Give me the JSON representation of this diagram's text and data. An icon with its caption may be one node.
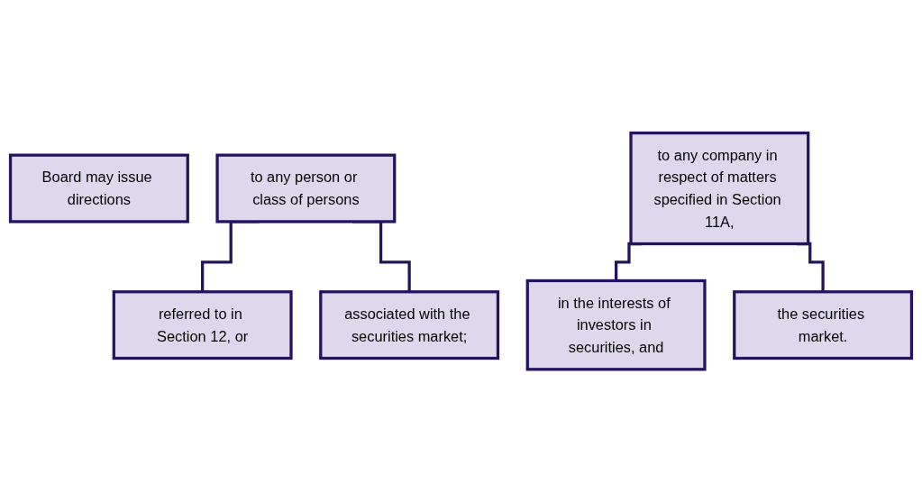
{
  "diagram": {
    "nodes": [
      {
        "text": [
          "Board may issue directions"
        ]
      },
      {
        "text": [
          "to any person or class of persons"
        ]
      },
      {
        "text": [
          "to any company in respect of matters specified in Section 11A,"
        ]
      },
      {
        "text": [
          "referred to in Section 12, or"
        ]
      },
      {
        "text": [
          "associated with the securities market;"
        ]
      },
      {
        "text": [
          "in the interests of investors in securities, and"
        ]
      },
      {
        "text": [
          "the securities market."
        ]
      }
    ],
    "edges": [
      {
        "from": 1,
        "to": 3,
        "arrow": "none"
      },
      {
        "from": 1,
        "to": 4,
        "arrow": "none"
      },
      {
        "from": 2,
        "to": 5,
        "arrow": "none"
      },
      {
        "from": 2,
        "to": 6,
        "arrow": "none"
      }
    ]
  }
}
